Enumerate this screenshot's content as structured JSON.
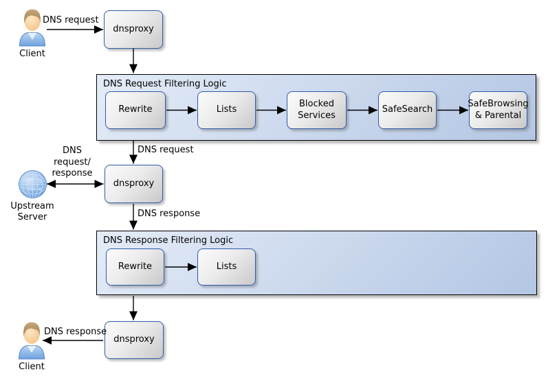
{
  "diagram": {
    "nodes": {
      "client_top": {
        "label": "Client",
        "icon": "person-icon"
      },
      "dnsproxy_top": {
        "label": "dnsproxy"
      },
      "dnsproxy_mid": {
        "label": "dnsproxy"
      },
      "dnsproxy_bottom": {
        "label": "dnsproxy"
      },
      "upstream_server": {
        "label": "Upstream Server",
        "icon": "globe-icon"
      },
      "client_bottom": {
        "label": "Client",
        "icon": "person-icon"
      }
    },
    "containers": {
      "request_filtering": {
        "title": "DNS Request Filtering Logic",
        "steps": [
          {
            "label": "Rewrite"
          },
          {
            "label": "Lists"
          },
          {
            "label": "Blocked Services"
          },
          {
            "label": "SafeSearch"
          },
          {
            "label": "SafeBrowsing & Parental"
          }
        ]
      },
      "response_filtering": {
        "title": "DNS Response Filtering Logic",
        "steps": [
          {
            "label": "Rewrite"
          },
          {
            "label": "Lists"
          }
        ]
      }
    },
    "edge_labels": {
      "client_request": "DNS request",
      "filtered_request": "DNS request",
      "upstream_exchange": "DNS request/ response",
      "upstream_response": "DNS response",
      "client_response": "DNS response"
    },
    "colors": {
      "box_border": "#2d5ba9",
      "box_fill_start": "#fbfbfb",
      "box_fill_end": "#c9c9c9",
      "container_fill_start": "#e4ecf7",
      "container_fill_end": "#b3c6e3",
      "container_border": "#000000",
      "arrow": "#000000"
    }
  }
}
